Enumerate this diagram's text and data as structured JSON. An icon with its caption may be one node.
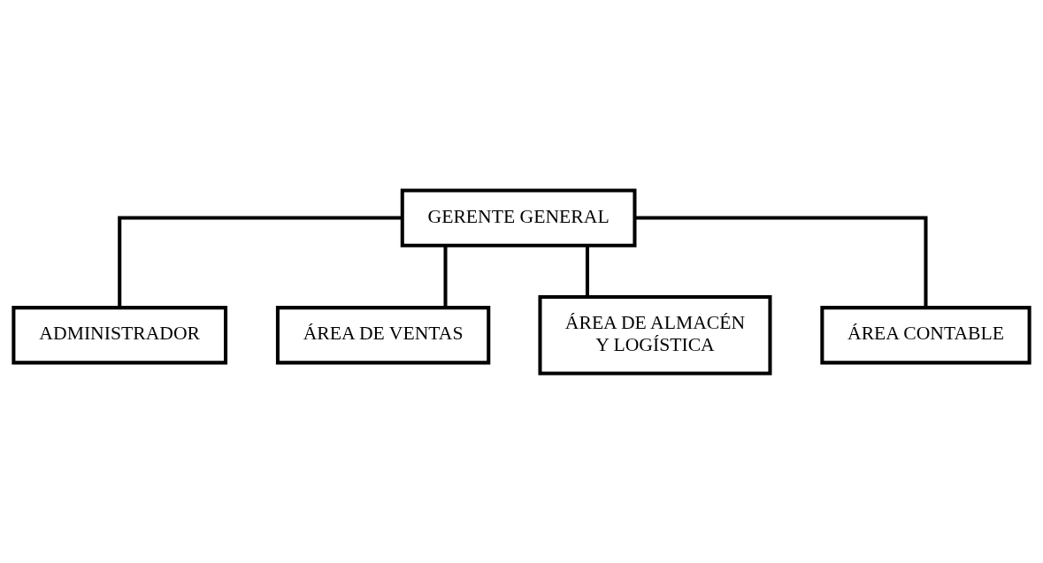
{
  "diagram": {
    "nodes": [
      {
        "text": [
          "GERENTE GENERAL"
        ]
      },
      {
        "text": [
          "ADMINISTRADOR"
        ]
      },
      {
        "text": [
          "ÁREA DE VENTAS"
        ]
      },
      {
        "text": [
          "ÁREA DE ALMACÉN Y LOGÍSTICA"
        ]
      },
      {
        "text": [
          "ÁREA CONTABLE"
        ]
      }
    ],
    "edges": [
      {
        "from": 0,
        "to": 1,
        "arrow": "none"
      },
      {
        "from": 0,
        "to": 2,
        "arrow": "none"
      },
      {
        "from": 0,
        "to": 3,
        "arrow": "none"
      },
      {
        "from": 0,
        "to": 4,
        "arrow": "none"
      }
    ]
  }
}
